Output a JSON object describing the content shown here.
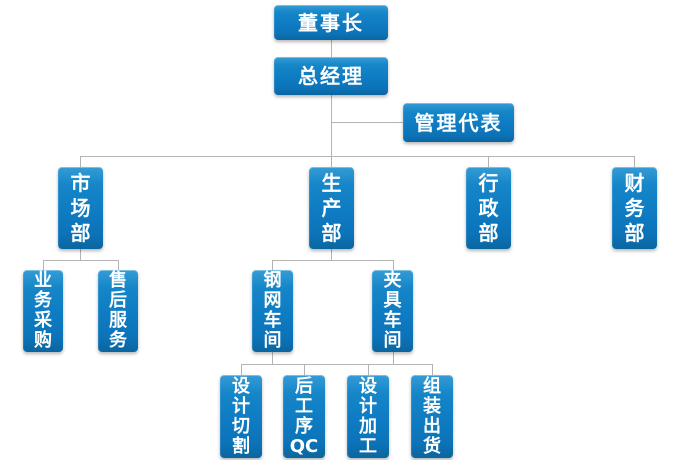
{
  "org_chart": {
    "type": "org-chart",
    "colors": {
      "canvas_bg": "#ffffff",
      "node_top": "#359cd6",
      "node_main": "#0e7bc2",
      "node_bottom": "#0a669f",
      "text_color": "#ffffff",
      "connector_color": "#b3b3b3"
    },
    "nodes": {
      "chairman": {
        "label": "董事长"
      },
      "general_manager": {
        "label": "总经理"
      },
      "management_rep": {
        "label": "管理代表"
      },
      "marketing_dept": {
        "label": "市场部"
      },
      "production_dept": {
        "label": "生产部"
      },
      "admin_dept": {
        "label": "行政部"
      },
      "finance_dept": {
        "label": "财务部"
      },
      "business_purchasing": {
        "label": "业务采购"
      },
      "after_sales_service": {
        "label": "售后服务"
      },
      "steel_mesh_workshop": {
        "label": "钢网车间"
      },
      "fixture_workshop": {
        "label": "夹具车间"
      },
      "design_cutting": {
        "label": "设计切割"
      },
      "post_process_qc": {
        "label": "后工序QC"
      },
      "design_processing": {
        "label": "设计加工"
      },
      "assembly_shipping": {
        "label": "组装出货"
      }
    },
    "structure": {
      "chairman": [
        "general_manager"
      ],
      "general_manager": [
        "management_rep",
        "marketing_dept",
        "production_dept",
        "admin_dept",
        "finance_dept"
      ],
      "marketing_dept": [
        "business_purchasing",
        "after_sales_service"
      ],
      "production_dept": [
        "steel_mesh_workshop",
        "fixture_workshop"
      ],
      "shared_workshop_children": [
        "design_cutting",
        "post_process_qc",
        "design_processing",
        "assembly_shipping"
      ]
    }
  }
}
